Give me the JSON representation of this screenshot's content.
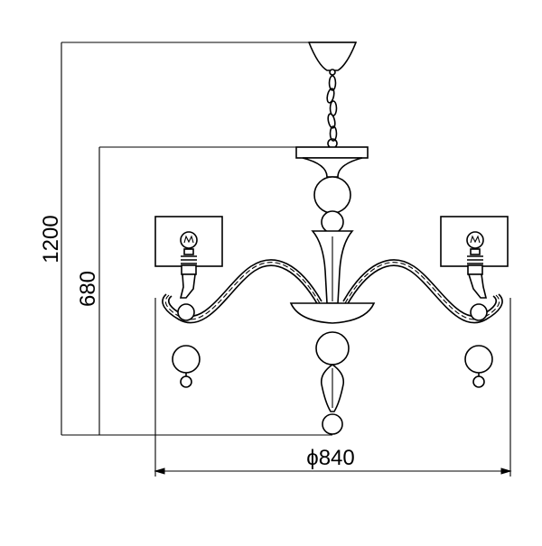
{
  "dimensions": {
    "total_height": "1200",
    "body_height": "680",
    "diameter": "ϕ840"
  },
  "colors": {
    "line": "#000000",
    "background": "#ffffff"
  }
}
